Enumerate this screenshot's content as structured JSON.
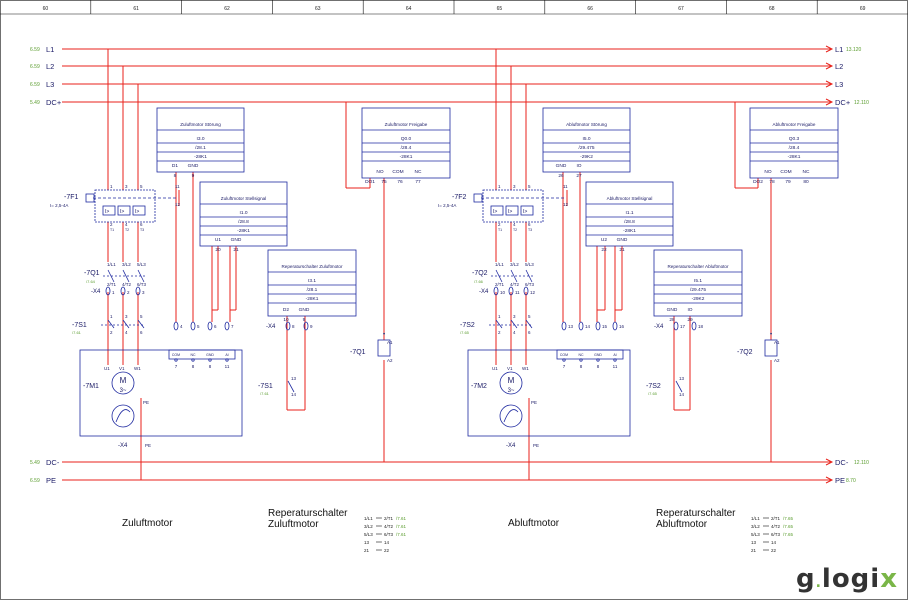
{
  "columns": [
    "60",
    "61",
    "62",
    "63",
    "64",
    "65",
    "66",
    "67",
    "68",
    "69"
  ],
  "rails": {
    "left": [
      {
        "ref": "6.59",
        "name": "L1"
      },
      {
        "ref": "6.59",
        "name": "L2"
      },
      {
        "ref": "6.59",
        "name": "L3"
      },
      {
        "ref": "5.49",
        "name": "DC+"
      },
      {
        "ref": "5.49",
        "name": "DC-"
      },
      {
        "ref": "6.59",
        "name": "PE"
      }
    ],
    "right": [
      {
        "ref": "13.120",
        "name": "L1"
      },
      {
        "ref": "",
        "name": "L2"
      },
      {
        "ref": "",
        "name": "L3"
      },
      {
        "ref": "12.110",
        "name": "DC+"
      },
      {
        "ref": "12.110",
        "name": "DC-"
      },
      {
        "ref": "8.70",
        "name": "PE"
      }
    ]
  },
  "modules": [
    {
      "title": "Zuluftmotor Störung",
      "lines": [
        "I3.0",
        "/28.1",
        "-28K1"
      ],
      "pins_top": [
        "D1",
        "GND"
      ],
      "pins_bot": [
        "8",
        "9"
      ]
    },
    {
      "title": "Zuluftmotor Stellsignal",
      "lines": [
        "I1.0",
        "/28.8",
        "-28K1"
      ],
      "pins_top": [
        "U1",
        "GND"
      ],
      "pins_bot": [
        "20",
        "21"
      ]
    },
    {
      "title": "Reperaturschalter Zuluftmotor",
      "lines": [
        "I3.1",
        "/28.1",
        "-28K1"
      ],
      "pins_top": [
        "D2",
        "GND"
      ],
      "pins_bot": [
        "10",
        "9"
      ]
    },
    {
      "title": "Zuluftmotor Freigabe",
      "lines": [
        "Q0.0",
        "/28.4",
        "-28K1"
      ],
      "pins_top": [
        "NO",
        "COM",
        "NC"
      ],
      "pins_bot": [
        "DO1",
        "75",
        "76",
        "77"
      ]
    },
    {
      "title": "Abluftmotor Störung",
      "lines": [
        "I5.0",
        "/29.475",
        "-29K2"
      ],
      "pins_top": [
        "GND",
        "IO"
      ],
      "pins_bot": [
        "26",
        "27"
      ]
    },
    {
      "title": "Abluftmotor Stellsignal",
      "lines": [
        "I1.1",
        "/28.8",
        "-28K1"
      ],
      "pins_top": [
        "U2",
        "GND"
      ],
      "pins_bot": [
        "22",
        "21"
      ]
    },
    {
      "title": "Reperaturschalter Abluftmotor",
      "lines": [
        "I5.1",
        "/29.475",
        "-29K2"
      ],
      "pins_top": [
        "GND",
        "IO"
      ],
      "pins_bot": [
        "28",
        "29"
      ]
    },
    {
      "title": "Abluftmotor Freigabe",
      "lines": [
        "Q0.3",
        "/28.4",
        "-28K1"
      ],
      "pins_top": [
        "NO",
        "COM",
        "NC"
      ],
      "pins_bot": [
        "DO2",
        "78",
        "79",
        "80"
      ]
    }
  ],
  "devices": {
    "fuse1": "-7F1",
    "fuse1_rating": "I= 2,5-4A",
    "fuse2": "-7F2",
    "fuse2_rating": "I= 2,5-4A",
    "contactor1": "-7Q1",
    "contactor1_ref": "/7.64",
    "contactor2": "-7Q2",
    "contactor2_ref": "/7.66",
    "switch1": "-7S1",
    "switch1_ref": "/7.61",
    "switch2": "-7S2",
    "switch2_ref": "/7.65",
    "motor1": "-7M1",
    "motor2": "-7M2",
    "coil1": "-7Q1",
    "coil2": "-7Q2",
    "terminal": "-X4",
    "pe": "PE",
    "motor_symbol": "M",
    "motor_phase": "3~"
  },
  "fuse_pins_top": [
    "1",
    "3",
    "5"
  ],
  "fuse_pins_bot": [
    "2",
    "4",
    "6"
  ],
  "fuse_sub": [
    "T1",
    "T2",
    "T3"
  ],
  "fuse_aux": [
    "11",
    "12"
  ],
  "q_pins_top": [
    "1/L1",
    "3/L2",
    "5/L3"
  ],
  "q_pins_bot": [
    "2/T1",
    "4/T2",
    "6/T3"
  ],
  "x4_left": [
    "1",
    "2",
    "3"
  ],
  "x4_right": [
    "10",
    "11",
    "12"
  ],
  "motor_terms": [
    "U1",
    "V1",
    "W1"
  ],
  "sig_terms_left": [
    "4",
    "5",
    "6",
    "7"
  ],
  "sig_terms_right": [
    "13",
    "14",
    "15",
    "16"
  ],
  "sig_sub": [
    "COM",
    "NC",
    "GND",
    "AI"
  ],
  "sig_nums": [
    "7",
    "8",
    "8",
    "11"
  ],
  "coil_pins": [
    "A1",
    "A2"
  ],
  "rs_pins_left": [
    "8",
    "9"
  ],
  "rs_pins_right": [
    "17",
    "18"
  ],
  "rs_contacts": [
    "13",
    "14"
  ],
  "footer": {
    "zuluft": "Zuluftmotor",
    "reper1": "Reperaturschalter\nZuluftmotor",
    "abluft": "Abluftmotor",
    "reper2": "Reperaturschalter\nAbluftmotor",
    "contacts1": [
      "1/L1",
      "2/T1",
      "/7.61",
      "3/L2",
      "4/T2",
      "/7.61",
      "5/L3",
      "6/T3",
      "/7.61",
      "13",
      "14",
      "",
      "21",
      "22",
      ""
    ],
    "contacts2": [
      "1/L1",
      "2/T1",
      "/7.65",
      "3/L2",
      "4/T2",
      "/7.65",
      "5/L3",
      "6/T3",
      "/7.65",
      "13",
      "14",
      "",
      "21",
      "22",
      ""
    ]
  },
  "logo": {
    "a": "g",
    "b": "logi",
    "c": "x"
  },
  "colors": {
    "power": "#e8221b",
    "control": "#1f2aa0",
    "ref": "#5a9c2e"
  }
}
